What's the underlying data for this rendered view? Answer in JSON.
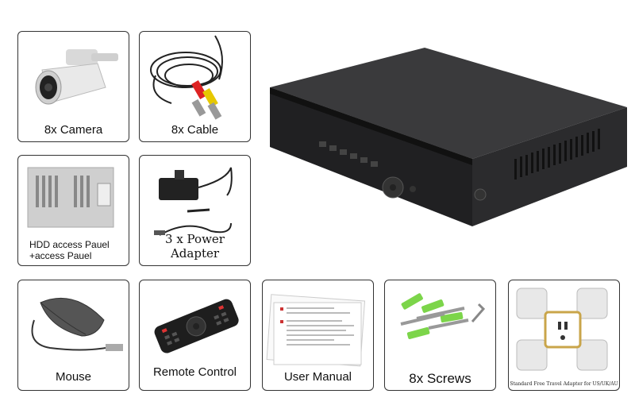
{
  "items": [
    {
      "id": "camera",
      "label": "8x Camera"
    },
    {
      "id": "cable",
      "label": "8x Cable"
    },
    {
      "id": "hdd",
      "label_line1": "HDD access Pauel",
      "label_line2": "+access Pauel"
    },
    {
      "id": "power",
      "label": "3 x Power Adapter"
    },
    {
      "id": "mouse",
      "label": "Mouse"
    },
    {
      "id": "remote",
      "label": "Remote Control"
    },
    {
      "id": "manual",
      "label": "User Manual"
    },
    {
      "id": "screws",
      "label": "8x Screws"
    },
    {
      "id": "adapter",
      "label": "Standard Free Travel Adapter for US/UK/AU"
    }
  ],
  "colors": {
    "border": "#333333",
    "device": "#2b2b2d",
    "screw_anchor": "#7cd54a"
  }
}
